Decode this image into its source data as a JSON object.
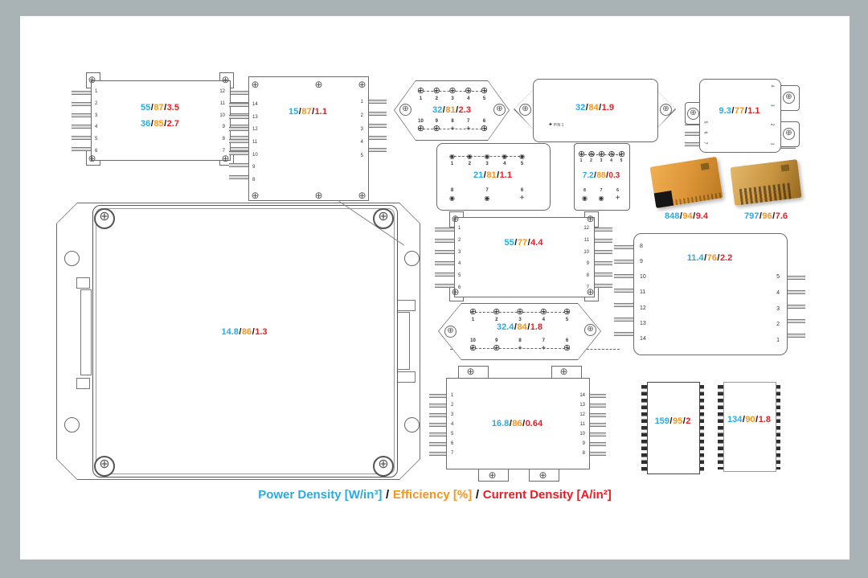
{
  "ui": {
    "slash": "/"
  },
  "colors": {
    "power": "#29abe2",
    "efficiency": "#f7941d",
    "current": "#ed1c24"
  },
  "icons": {
    "crosshair_screw": "⊕",
    "phillips_screw": "⊕",
    "round_hole": "○",
    "pin_cross": "+",
    "pin_socket": "◉",
    "pin_one_marker": "✦"
  },
  "legend": {
    "power": "Power Density [W/in³]",
    "sep": " / ",
    "efficiency": "Efficiency [%]",
    "current": "Current Density [A/in²]"
  },
  "modules": {
    "m0": {
      "metrics": [
        [
          "55",
          "87",
          "3.5"
        ],
        [
          "36",
          "85",
          "2.7"
        ]
      ],
      "pins_left": [
        "1",
        "2",
        "3",
        "4",
        "5",
        "6"
      ],
      "pins_right": [
        "12",
        "11",
        "10",
        "9",
        "8",
        "7"
      ]
    },
    "m1": {
      "metrics": [
        [
          "15",
          "87",
          "1.1"
        ]
      ],
      "pins_left": [
        "14",
        "13",
        "12",
        "11",
        "10",
        "9",
        "8"
      ],
      "pins_right": [
        "1",
        "2",
        "3",
        "4",
        "5"
      ]
    },
    "m2": {
      "metrics": [
        [
          "32",
          "81",
          "2.3"
        ]
      ],
      "pins_top": [
        "1",
        "2",
        "3",
        "4",
        "5"
      ],
      "pins_bottom": [
        "10",
        "9",
        "8",
        "7",
        "6"
      ]
    },
    "m3": {
      "metrics": [
        [
          "32",
          "84",
          "1.9"
        ]
      ],
      "pin_marker": "PIN 1"
    },
    "m4": {
      "metrics": [
        [
          "9.3",
          "77",
          "1.1"
        ]
      ],
      "pins_right": [
        "4",
        "3",
        "2",
        "1"
      ],
      "pins_left": [
        "5",
        "6",
        "7"
      ]
    },
    "m5": {
      "metrics": [
        [
          "21",
          "81",
          "1.1"
        ]
      ],
      "pins_top": [
        "1",
        "2",
        "3",
        "4",
        "5"
      ],
      "pins_bottom": [
        "8",
        "7",
        "6"
      ]
    },
    "m6": {
      "metrics": [
        [
          "7.2",
          "88",
          "0.3"
        ]
      ],
      "pins_top": [
        "1",
        "2",
        "3",
        "4",
        "5"
      ],
      "pins_bottom": [
        "8",
        "7",
        "6"
      ]
    },
    "m7": {
      "metrics": [
        [
          "848",
          "94",
          "9.4"
        ]
      ]
    },
    "m8": {
      "metrics": [
        [
          "797",
          "96",
          "7.6"
        ]
      ]
    },
    "m9": {
      "metrics": [
        [
          "14.8",
          "86",
          "1.3"
        ]
      ]
    },
    "m10": {
      "metrics": [
        [
          "55",
          "77",
          "4.4"
        ]
      ],
      "pins_left": [
        "1",
        "2",
        "3",
        "4",
        "5",
        "6"
      ],
      "pins_right": [
        "12",
        "11",
        "10",
        "9",
        "8",
        "7"
      ]
    },
    "m11": {
      "metrics": [
        [
          "32.4",
          "84",
          "1.8"
        ]
      ],
      "pins_top": [
        "1",
        "2",
        "3",
        "4",
        "5"
      ],
      "pins_bottom": [
        "10",
        "9",
        "8",
        "7",
        "6"
      ]
    },
    "m12": {
      "metrics": [
        [
          "11.4",
          "76",
          "2.2"
        ]
      ],
      "pins_left": [
        "8",
        "9",
        "10",
        "11",
        "12",
        "13",
        "14"
      ],
      "pins_right": [
        "5",
        "4",
        "3",
        "2",
        "1"
      ]
    },
    "m13": {
      "metrics": [
        [
          "16.8",
          "86",
          "0.64"
        ]
      ],
      "pins_left": [
        "1",
        "2",
        "3",
        "4",
        "5",
        "6",
        "7"
      ],
      "pins_right": [
        "14",
        "13",
        "12",
        "11",
        "10",
        "9",
        "8"
      ]
    },
    "m14": {
      "metrics": [
        [
          "159",
          "95",
          "2"
        ]
      ]
    },
    "m15": {
      "metrics": [
        [
          "134",
          "90",
          "1.8"
        ]
      ]
    }
  }
}
